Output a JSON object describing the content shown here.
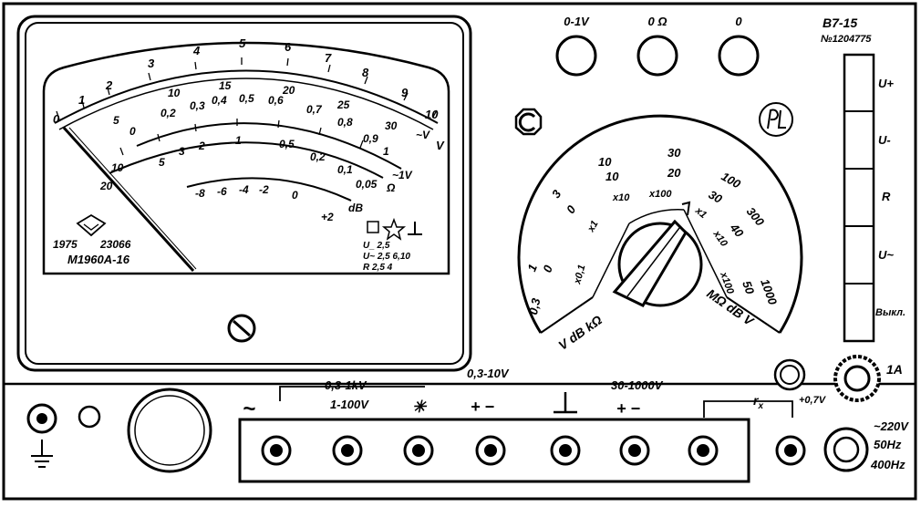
{
  "meter": {
    "arc_top": [
      "0",
      "1",
      "2",
      "3",
      "4",
      "5",
      "6",
      "7",
      "8",
      "9",
      "10",
      "V"
    ],
    "arc_ohm_top": [
      "5",
      "10",
      "15",
      "20",
      "25",
      "30",
      "~V"
    ],
    "arc_ac": [
      "0",
      "0,2",
      "0,3",
      "0,4",
      "0,5",
      "0,6",
      "0,7",
      "0,8",
      "0,9",
      "1",
      "~1V"
    ],
    "arc_ohm": [
      "20",
      "10",
      "5",
      "3",
      "2",
      "1",
      "0,5",
      "0,2",
      "0,1",
      "0,05",
      "Ω"
    ],
    "arc_db": [
      "-8",
      "-6",
      "-4",
      "-2",
      "0",
      "+2",
      "dB"
    ],
    "year": "1975",
    "serial": "23066",
    "model": "М1960А-16",
    "spec_lines": [
      "U_ 2,5",
      "U~ 2,5 6,10",
      "R 2,5 4"
    ]
  },
  "top_buttons": {
    "labels": [
      "0-1V",
      "0 Ω",
      "0"
    ]
  },
  "device": {
    "model": "В7-15",
    "serial": "№1204775"
  },
  "mode_buttons": [
    "U+",
    "U-",
    "R",
    "U~",
    "Выкл."
  ],
  "dial": {
    "left_labels": [
      "0,3",
      "1",
      "3",
      "10",
      "30"
    ],
    "left_labels2": [
      "0",
      "0",
      "10",
      "20"
    ],
    "left_mults": [
      "x0,1",
      "x1",
      "x10",
      "x100"
    ],
    "right_labels": [
      "100",
      "300",
      "1000"
    ],
    "right_labels2": [
      "30",
      "40",
      "50"
    ],
    "right_mults": [
      "x1",
      "x10",
      "x100"
    ],
    "bottom_left": "V dB kΩ",
    "bottom_right": "MΩ dB V"
  },
  "fuse": {
    "label": "1A",
    "offset": "+0,7V"
  },
  "power": [
    "~220V",
    "50Hz",
    "400Hz"
  ],
  "terminals": {
    "tilde": "~",
    "range_hi": "0,3-1kV",
    "range_mid": "1-100V",
    "star": "✳",
    "range_lo": "0,3-10V",
    "pm1": "+ −",
    "ground": "⊥",
    "range_dc": "30-1000V",
    "pm2": "+ −",
    "rx": "r",
    "rx_sub": "x"
  }
}
